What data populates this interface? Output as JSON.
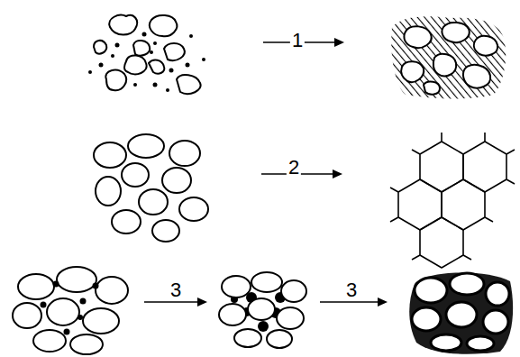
{
  "diagram": {
    "labels": [
      "1",
      "2",
      "3",
      "3"
    ]
  }
}
